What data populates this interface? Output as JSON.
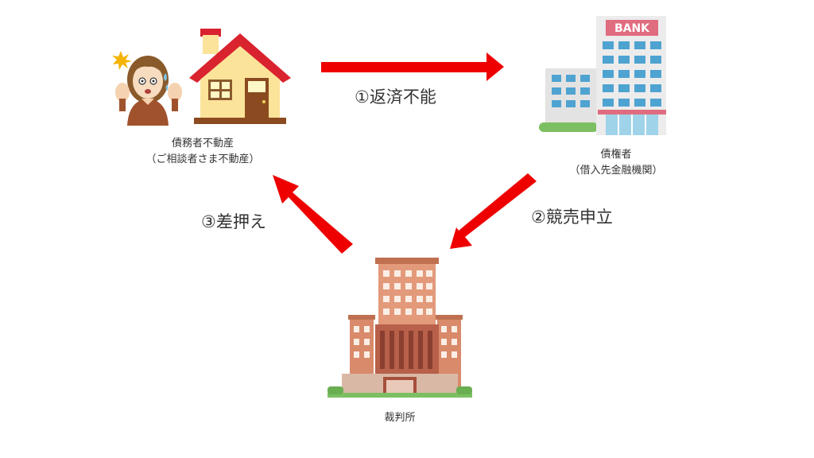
{
  "nodes": {
    "debtor": {
      "name": "債務者不動産",
      "sub": "（ご相談者さま不動産）"
    },
    "creditor": {
      "name": "債権者",
      "sub": "（借入先金融機関）",
      "sign": "BANK"
    },
    "court": {
      "name": "裁判所"
    }
  },
  "steps": [
    {
      "label": "①返済不能"
    },
    {
      "label": "②競売申立"
    },
    {
      "label": "③差押え"
    }
  ],
  "colors": {
    "arrow": "#ee0000",
    "roof": "#d9232f",
    "house_wall": "#fbe39a",
    "bank_sign": "#e06c7f",
    "court_brick": "#d98a6a"
  },
  "icons": [
    "worried-woman-icon",
    "house-icon",
    "bank-building-icon",
    "courthouse-icon"
  ]
}
